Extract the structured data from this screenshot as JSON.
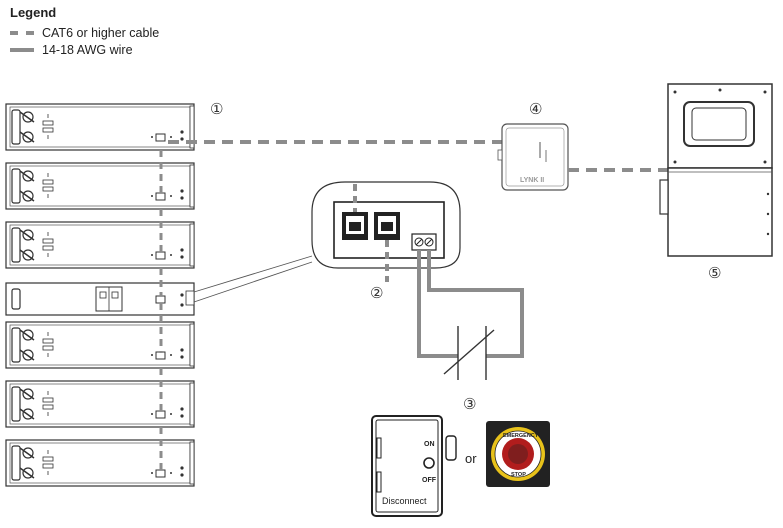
{
  "legend": {
    "title": "Legend",
    "items": [
      {
        "label": "CAT6 or higher cable",
        "style": "dashed",
        "color": "#8c8c8c"
      },
      {
        "label": "14-18 AWG wire",
        "style": "solid",
        "color": "#8c8c8c"
      }
    ]
  },
  "callouts": {
    "c1": "①",
    "c2": "②",
    "c3": "③",
    "c4": "④",
    "c5": "⑤"
  },
  "lynk_label": "LYNK II",
  "disconnect": {
    "on_label": "ON",
    "off_label": "OFF",
    "name": "Disconnect"
  },
  "or_label": "or",
  "estop": {
    "top_text": "EMERGENCY",
    "bottom_text": "STOP"
  },
  "colors": {
    "cable": "#8c8c8c",
    "outline": "#333333",
    "estop_red": "#b11d1d",
    "estop_yellow": "#e8c21a"
  },
  "battery_count": 7
}
